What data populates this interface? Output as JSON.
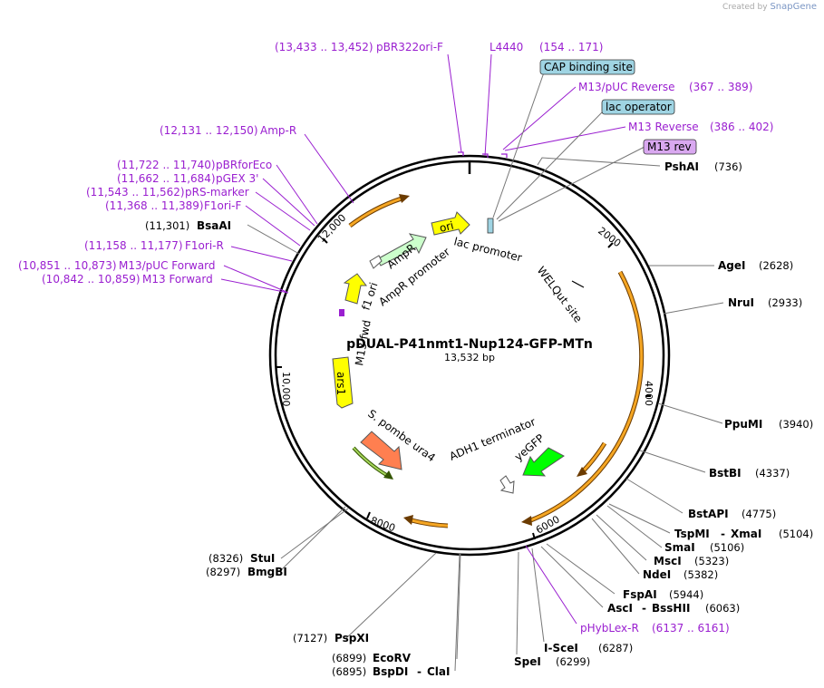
{
  "credit": {
    "prefix": "Created by",
    "brand": "SnapGene"
  },
  "plasmid": {
    "name": "pDUAL-P41nmt1-Nup124-GFP-MTn",
    "size": "13,532 bp"
  },
  "ticks": [
    {
      "label": "2000",
      "pos": 2000
    },
    {
      "label": "4000",
      "pos": 4000
    },
    {
      "label": "6000",
      "pos": 6000
    },
    {
      "label": "8000",
      "pos": 8000
    },
    {
      "label": "10,000",
      "pos": 10000
    },
    {
      "label": "12,000",
      "pos": 12000
    }
  ],
  "enzymes": [
    {
      "name": "PshAI",
      "pos": "(736)"
    },
    {
      "name": "AgeI",
      "pos": "(2628)"
    },
    {
      "name": "NruI",
      "pos": "(2933)"
    },
    {
      "name": "PpuMI",
      "pos": "(3940)"
    },
    {
      "name": "BstBI",
      "pos": "(4337)"
    },
    {
      "name": "BstAPI",
      "pos": "(4775)"
    },
    {
      "name": "TspMI",
      "name2": "XmaI",
      "pos": "(5104)"
    },
    {
      "name": "SmaI",
      "pos": "(5106)"
    },
    {
      "name": "MscI",
      "pos": "(5323)"
    },
    {
      "name": "NdeI",
      "pos": "(5382)"
    },
    {
      "name": "FspAI",
      "pos": "(5944)"
    },
    {
      "name": "AscI",
      "name2": "BssHII",
      "pos": "(6063)"
    },
    {
      "name": "I-SceI",
      "pos": "(6287)"
    },
    {
      "name": "SpeI",
      "pos": "(6299)"
    },
    {
      "name": "EcoRV",
      "pos": "(6899)"
    },
    {
      "name": "BspDI",
      "name2": "ClaI",
      "pos": "(6895)"
    },
    {
      "name": "PspXI",
      "pos": "(7127)"
    },
    {
      "name": "StuI",
      "pos": "(8326)"
    },
    {
      "name": "BmgBI",
      "pos": "(8297)"
    },
    {
      "name": "BsaAI",
      "pos": "(11,301)"
    }
  ],
  "primers": [
    {
      "name": "pBR322ori-F",
      "pos": "(13,433 .. 13,452)"
    },
    {
      "name": "L4440",
      "pos": "(154 .. 171)"
    },
    {
      "name": "M13/pUC Reverse",
      "pos": "(367 .. 389)"
    },
    {
      "name": "M13 Reverse",
      "pos": "(386 .. 402)"
    },
    {
      "name": "Amp-R",
      "pos": "(12,131 .. 12,150)"
    },
    {
      "name": "pBRforEco",
      "pos": "(11,722 .. 11,740)"
    },
    {
      "name": "pGEX 3'",
      "pos": "(11,662 .. 11,684)"
    },
    {
      "name": "pRS-marker",
      "pos": "(11,543 .. 11,562)"
    },
    {
      "name": "F1ori-F",
      "pos": "(11,368 .. 11,389)"
    },
    {
      "name": "F1ori-R",
      "pos": "(11,158 .. 11,177)"
    },
    {
      "name": "M13/pUC Forward",
      "pos": "(10,851 .. 10,873)"
    },
    {
      "name": "M13 Forward",
      "pos": "(10,842 .. 10,859)"
    },
    {
      "name": "pHybLex-R",
      "pos": "(6137 .. 6161)"
    }
  ],
  "boxed_features": [
    {
      "name": "CAP binding site",
      "fill": "#9fd4e3"
    },
    {
      "name": "lac operator",
      "fill": "#9fd4e3"
    },
    {
      "name": "M13 rev",
      "fill": "#d9a8f0"
    }
  ],
  "features": [
    {
      "name": "ori",
      "color": "#ffff00"
    },
    {
      "name": "lac promoter",
      "color": "#ffffff"
    },
    {
      "name": "AmpR",
      "color": "#ccffcc"
    },
    {
      "name": "AmpR promoter",
      "color": "#ffffff"
    },
    {
      "name": "f1 ori",
      "color": "#ffff00"
    },
    {
      "name": "M13 fwd",
      "color": "#9a1fd0"
    },
    {
      "name": "ars1",
      "color": "#ffff00"
    },
    {
      "name": "S. pombe ura4",
      "color": "#ff7f50"
    },
    {
      "name": "ADH1 terminator",
      "color": "#ffffff"
    },
    {
      "name": "yeGFP",
      "color": "#00ff00"
    },
    {
      "name": "WELQut site",
      "color": "#000000"
    }
  ],
  "colors": {
    "enzyme_line": "#777777",
    "primer": "#9a1fd0",
    "orf": "#f5a623",
    "orf_fill": "#fbd8a0"
  }
}
